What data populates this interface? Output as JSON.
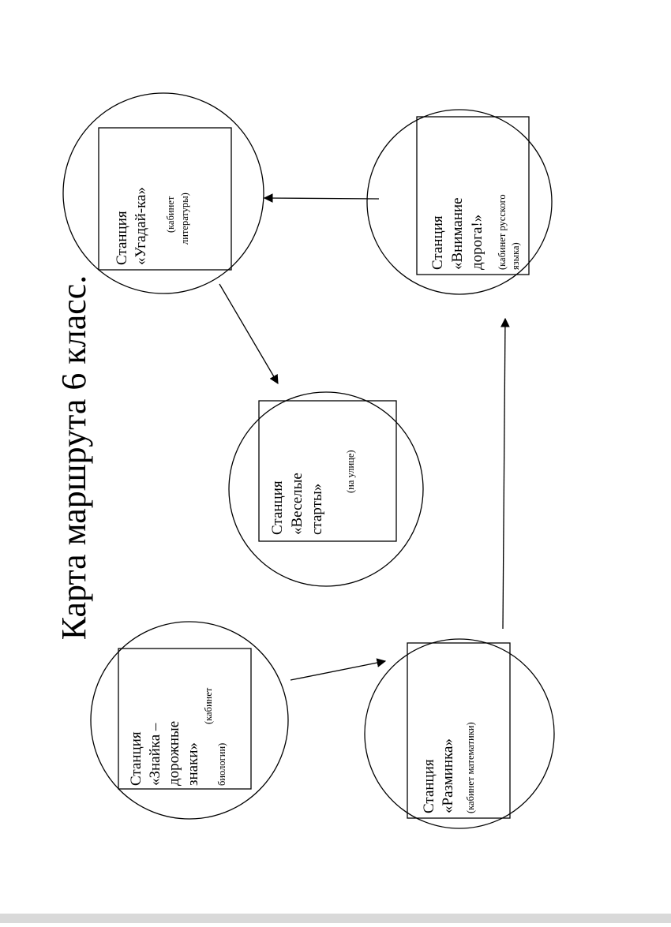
{
  "title": "Карта маршрута 6 класс.",
  "stations": [
    {
      "id": "znaika",
      "lines": [
        "Станция",
        "«Знайка –",
        "дорожные",
        "знаки»"
      ],
      "note": [
        "(кабинет",
        "биологии)"
      ]
    },
    {
      "id": "razminka",
      "lines": [
        "Станция",
        "«Разминка»"
      ],
      "note": [
        "(кабинет математики)"
      ]
    },
    {
      "id": "veselye",
      "lines": [
        "Станция",
        "«Веселые",
        "старты»"
      ],
      "note": [
        "(на улице)"
      ]
    },
    {
      "id": "ugadai",
      "lines": [
        "Станция",
        "«Угадай-ка»"
      ],
      "note": [
        "(кабинет",
        "литературы)"
      ]
    },
    {
      "id": "vnimanie",
      "lines": [
        "Станция",
        "«Внимание",
        "дорога!»"
      ],
      "note": [
        "(кабинет русского",
        "языка)"
      ]
    }
  ],
  "route": [
    [
      "znaika",
      "razminka"
    ],
    [
      "razminka",
      "vnimanie"
    ],
    [
      "vnimanie",
      "ugadai"
    ],
    [
      "ugadai",
      "veselye"
    ]
  ]
}
